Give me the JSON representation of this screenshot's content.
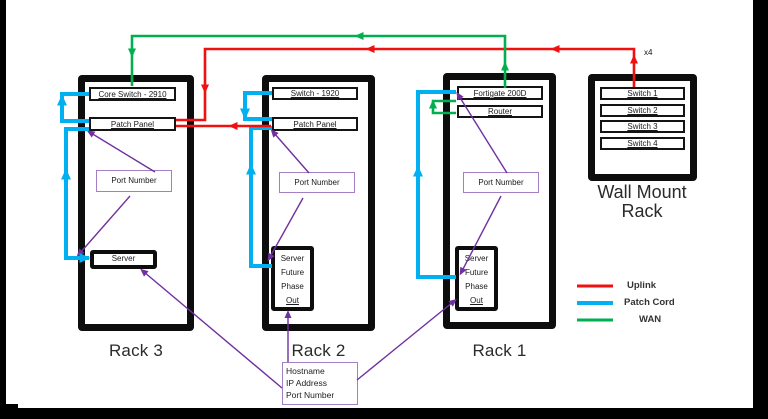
{
  "diagram": {
    "racks": [
      {
        "label": "Rack 3",
        "switch": "Core Switch - 2910",
        "patch_panel": "Patch Panel",
        "port_number": "Port Number",
        "server": "Server"
      },
      {
        "label": "Rack 2",
        "switch": "Switch - 1920",
        "patch_panel": "Patch Panel",
        "port_number": "Port Number",
        "server_lines": [
          "Server",
          "Future",
          "Phase",
          "Out"
        ]
      },
      {
        "label": "Rack 1",
        "firewall": "Fortigate 200D",
        "router": "Router",
        "port_number": "Port Number",
        "server_lines": [
          "Server",
          "Future",
          "Phase",
          "Out"
        ]
      }
    ],
    "wall_mount": {
      "label_line1": "Wall Mount",
      "label_line2": "Rack",
      "switches": [
        "Switch 1",
        "Switch 2",
        "Switch 3",
        "Switch 4"
      ],
      "uplink_count": "x4"
    },
    "annotation_box": {
      "line1": "Hostname",
      "line2": "IP Address",
      "line3": "Port Number"
    },
    "legend": {
      "uplink": {
        "label": "Uplink",
        "color": "#f01010"
      },
      "patch_cord": {
        "label": "Patch Cord",
        "color": "#00b0f0"
      },
      "wan": {
        "label": "WAN",
        "color": "#00b050"
      }
    },
    "colors": {
      "annotation_purple": "#7030a0",
      "purple_box_border": "#a57fc4"
    }
  }
}
